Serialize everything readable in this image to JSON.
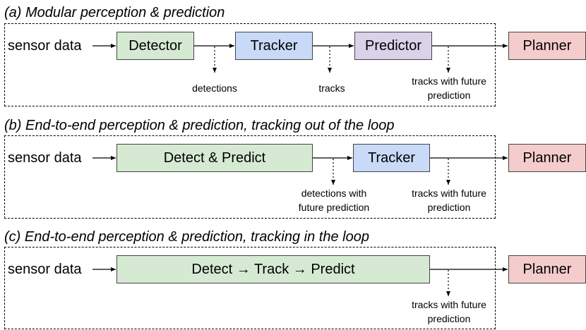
{
  "panels": [
    {
      "title": "(a) Modular perception & prediction",
      "input": "sensor data",
      "boxes": [
        "Detector",
        "Tracker",
        "Predictor"
      ],
      "notes": [
        "detections",
        "tracks",
        "tracks with future",
        "prediction"
      ],
      "planner": "Planner",
      "colors": {
        "Detector": "#d6ead3",
        "Tracker": "#c9daf8",
        "Predictor": "#d9d2e9",
        "Planner": "#f4cccc"
      }
    },
    {
      "title": "(b) End-to-end perception & prediction, tracking out of the loop",
      "input": "sensor data",
      "boxes": [
        "Detect & Predict",
        "Tracker"
      ],
      "notes": [
        "detections with",
        "future prediction",
        "tracks with future",
        "prediction"
      ],
      "planner": "Planner"
    },
    {
      "title": "(c) End-to-end perception & prediction, tracking in the loop",
      "input": "sensor data",
      "boxes": [
        "Detect → Track → Predict"
      ],
      "notes": [
        "tracks with future",
        "prediction"
      ],
      "planner": "Planner"
    }
  ]
}
